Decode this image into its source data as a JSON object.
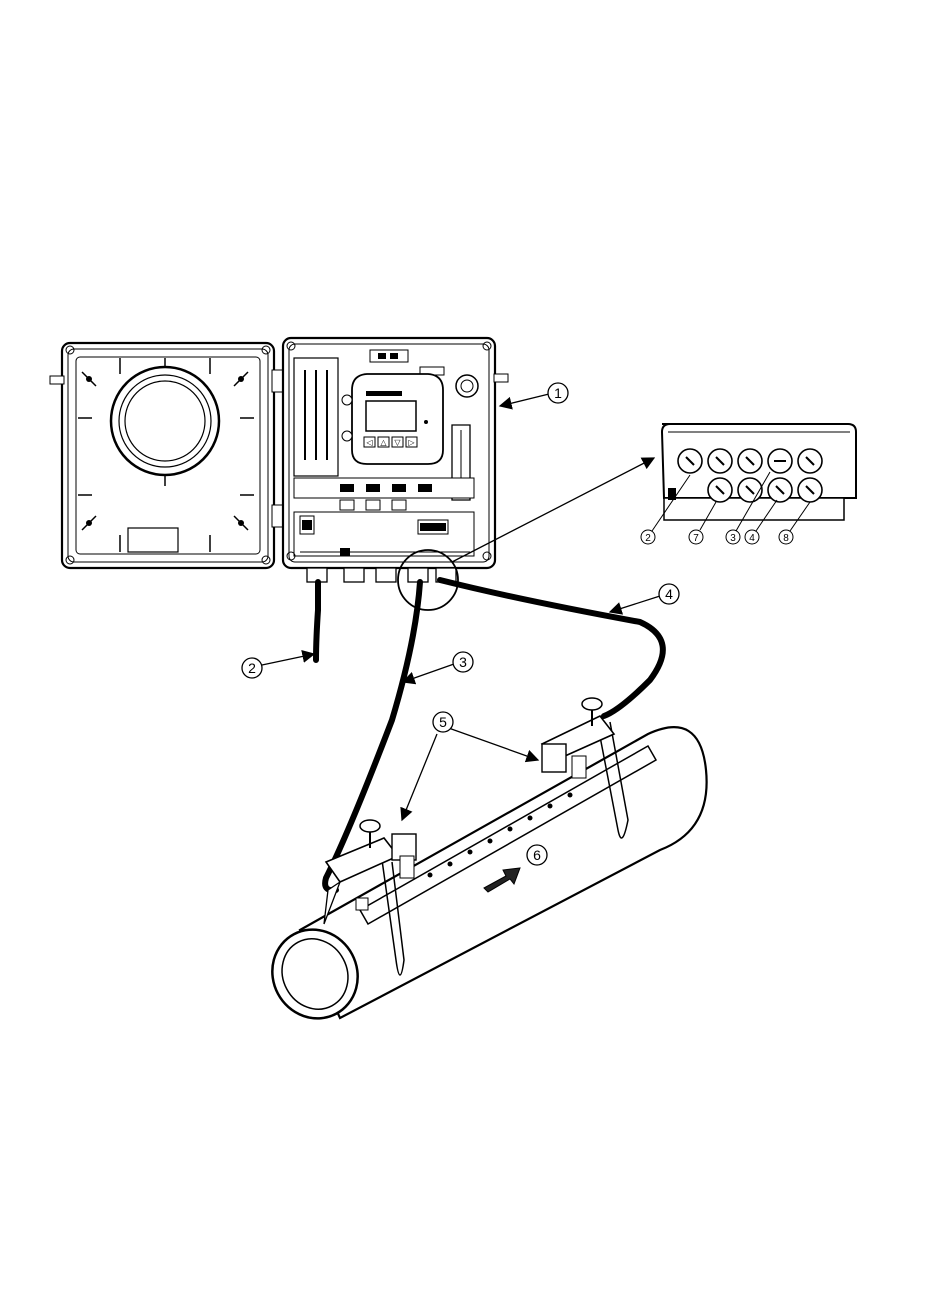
{
  "callouts": {
    "c1": "1",
    "c2": "2",
    "c3": "3",
    "c4": "4",
    "c5": "5",
    "c6": "6"
  },
  "bottom_view_callouts": {
    "d2": "2",
    "d7": "7",
    "d3": "3",
    "d4": "4",
    "d8": "8"
  },
  "display_buttons": {
    "left": "◁",
    "up": "△",
    "down": "▽",
    "right": "▷"
  },
  "colors": {
    "line": "#000000",
    "background": "#ffffff",
    "shade": "#d9d9d9"
  }
}
